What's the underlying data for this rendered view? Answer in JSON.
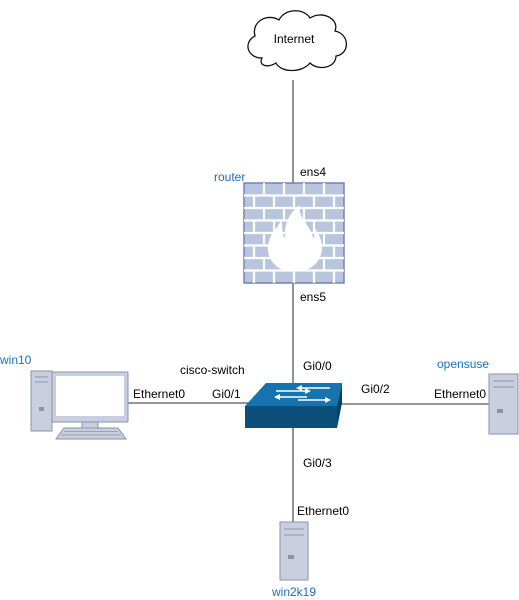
{
  "colors": {
    "line": "#595959",
    "device_label": "#1b6fc0",
    "port_label": "#000000",
    "switch_fill": "#0e5a8a",
    "firewall_fill": "#b9c4dd",
    "firewall_stroke": "#6b7eb0",
    "server_fill": "#c9cfde",
    "server_stroke": "#8a93ac"
  },
  "nodes": {
    "internet": {
      "label": "Internet",
      "icon": "cloud-icon"
    },
    "router": {
      "label": "router",
      "icon": "firewall-icon"
    },
    "switch": {
      "label": "cisco-switch",
      "icon": "switch-icon"
    },
    "win10": {
      "label": "win10",
      "icon": "workstation-icon"
    },
    "opensuse": {
      "label": "opensuse",
      "icon": "server-icon"
    },
    "win2k19": {
      "label": "win2k19",
      "icon": "server-icon"
    }
  },
  "ports": {
    "router_up": "ens4",
    "router_down": "ens5",
    "switch_up": "Gi0/0",
    "switch_left": "Gi0/1",
    "switch_right": "Gi0/2",
    "switch_down": "Gi0/3",
    "win10_nic": "Ethernet0",
    "opensuse_nic": "Ethernet0",
    "win2k19_nic": "Ethernet0"
  }
}
